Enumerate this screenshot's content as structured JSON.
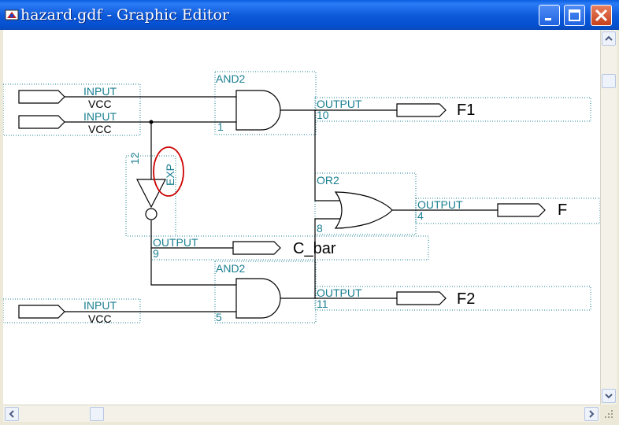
{
  "window": {
    "title": "hazard.gdf - Graphic Editor"
  },
  "schematic": {
    "input_label": "INPUT",
    "vcc_label": "VCC",
    "output_label": "OUTPUT",
    "gates": {
      "and2_top": "AND2",
      "and2_bottom": "AND2",
      "or2": "OR2",
      "not": "EXP"
    },
    "pins": {
      "and_top_in": "1",
      "and_top_out": "10",
      "not_num": "12",
      "or_in": "8",
      "or_out": "4",
      "not_out": "9",
      "and_bot_in": "5",
      "and_bot_out": "11"
    },
    "outputs": {
      "f1": "F1",
      "f": "F",
      "c_bar": "C_bar",
      "f2": "F2"
    }
  },
  "colors": {
    "label": "#1a7f91",
    "wire": "#000000",
    "highlight": "#cc0000",
    "titlebar": "#0b58d8"
  }
}
